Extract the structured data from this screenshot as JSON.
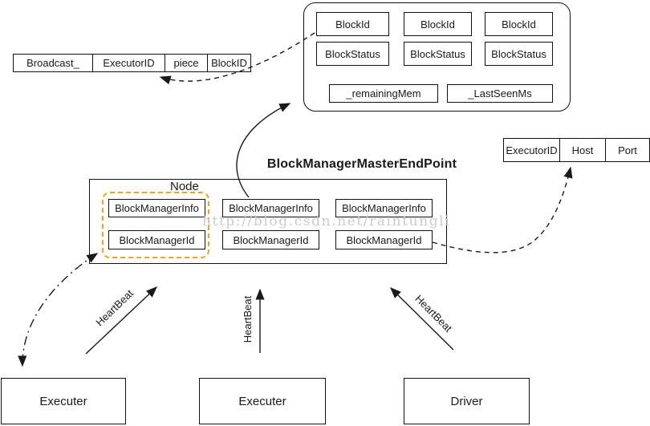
{
  "diagram": {
    "title": "BlockManagerMasterEndPoint",
    "watermark": "http://blog.csdn.net/raintungli",
    "broadcast_table": {
      "cells": [
        "Broadcast_",
        "ExecutorID",
        "piece",
        "BlockID"
      ]
    },
    "block_panel": {
      "block_ids": [
        "BlockId",
        "BlockId",
        "BlockId"
      ],
      "block_statuses": [
        "BlockStatus",
        "BlockStatus",
        "BlockStatus"
      ],
      "remaining_mem": "_remainingMem",
      "last_seen": "_LastSeenMs"
    },
    "executor_table": {
      "cells": [
        "ExecutorID",
        "Host",
        "Port"
      ]
    },
    "node": {
      "label": "Node",
      "managers": [
        {
          "info": "BlockManagerInfo",
          "id": "BlockManagerId"
        },
        {
          "info": "BlockManagerInfo",
          "id": "BlockManagerId"
        },
        {
          "info": "BlockManagerInfo",
          "id": "BlockManagerId"
        }
      ]
    },
    "heartbeat_labels": [
      "HeartBeat",
      "HeartBeat",
      "HeartBeat"
    ],
    "bottom_nodes": [
      "Executer",
      "Executer",
      "Driver"
    ],
    "colors": {
      "highlight_orange": "#f5a01e",
      "watermark_gray": "#cbcbcb",
      "line_black": "#1a1a1a"
    }
  }
}
